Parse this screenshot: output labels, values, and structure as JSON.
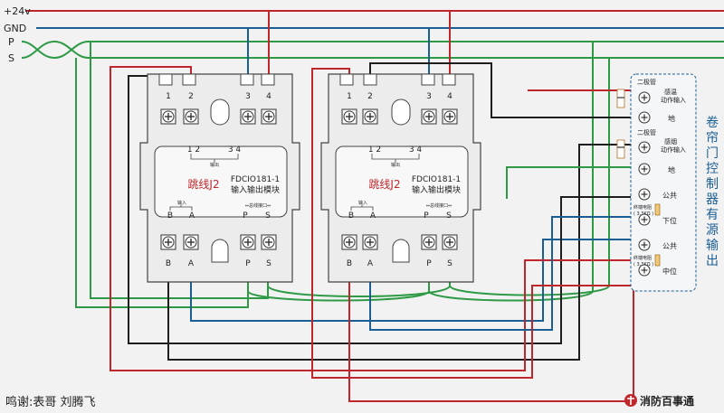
{
  "bus_labels": {
    "v24": "+24v",
    "gnd": "GND",
    "p": "P",
    "s": "S"
  },
  "modules": [
    {
      "top_terminals": [
        "1",
        "2",
        "3",
        "4"
      ],
      "inner_labels": {
        "left": "1 2",
        "right": "3 4",
        "small": "输出"
      },
      "jumper": "跳线J2",
      "model": "FDCIO181-1",
      "name": "输入输出模块",
      "small_left": "输入",
      "small_right": "⇔总线接口⇔",
      "mid_terms": [
        "B",
        "A",
        "P",
        "S"
      ],
      "bottom_terms": [
        "B",
        "A",
        "P",
        "S"
      ]
    },
    {
      "top_terminals": [
        "1",
        "2",
        "3",
        "4"
      ],
      "inner_labels": {
        "left": "1 2",
        "right": "3 4",
        "small": "输出"
      },
      "jumper": "跳线J2",
      "model": "FDCIO181-1",
      "name": "输入输出模块",
      "small_left": "输入",
      "small_right": "⇔总线接口⇔",
      "mid_terms": [
        "B",
        "A",
        "P",
        "S"
      ],
      "bottom_terms": [
        "B",
        "A",
        "P",
        "S"
      ]
    }
  ],
  "controller": {
    "title_chars": [
      "卷",
      "帘",
      "门",
      "控",
      "制",
      "器",
      "有",
      "源",
      "输",
      "出"
    ],
    "diode1": "二极管",
    "input1_a": "感温",
    "input1_b": "动作输入",
    "ground1": "地",
    "diode2": "二极管",
    "input2_a": "感烟",
    "input2_b": "动作输入",
    "ground2": "地",
    "common1": "公共",
    "resistor1_a": "终端电阻",
    "resistor1_b": "( 3.3KΩ )",
    "down": "下位",
    "common2": "公共",
    "resistor2_a": "终端电阻",
    "resistor2_b": "( 3.3KΩ )",
    "middle": "中位"
  },
  "footer": {
    "credit": "鸣谢:表哥  刘腾飞",
    "logo": "消防百事通"
  },
  "colors": {
    "red": "#c0272d",
    "blue": "#1b5e94",
    "green": "#2e9a46",
    "black": "#1e1e1e",
    "panel": "#ececec"
  }
}
